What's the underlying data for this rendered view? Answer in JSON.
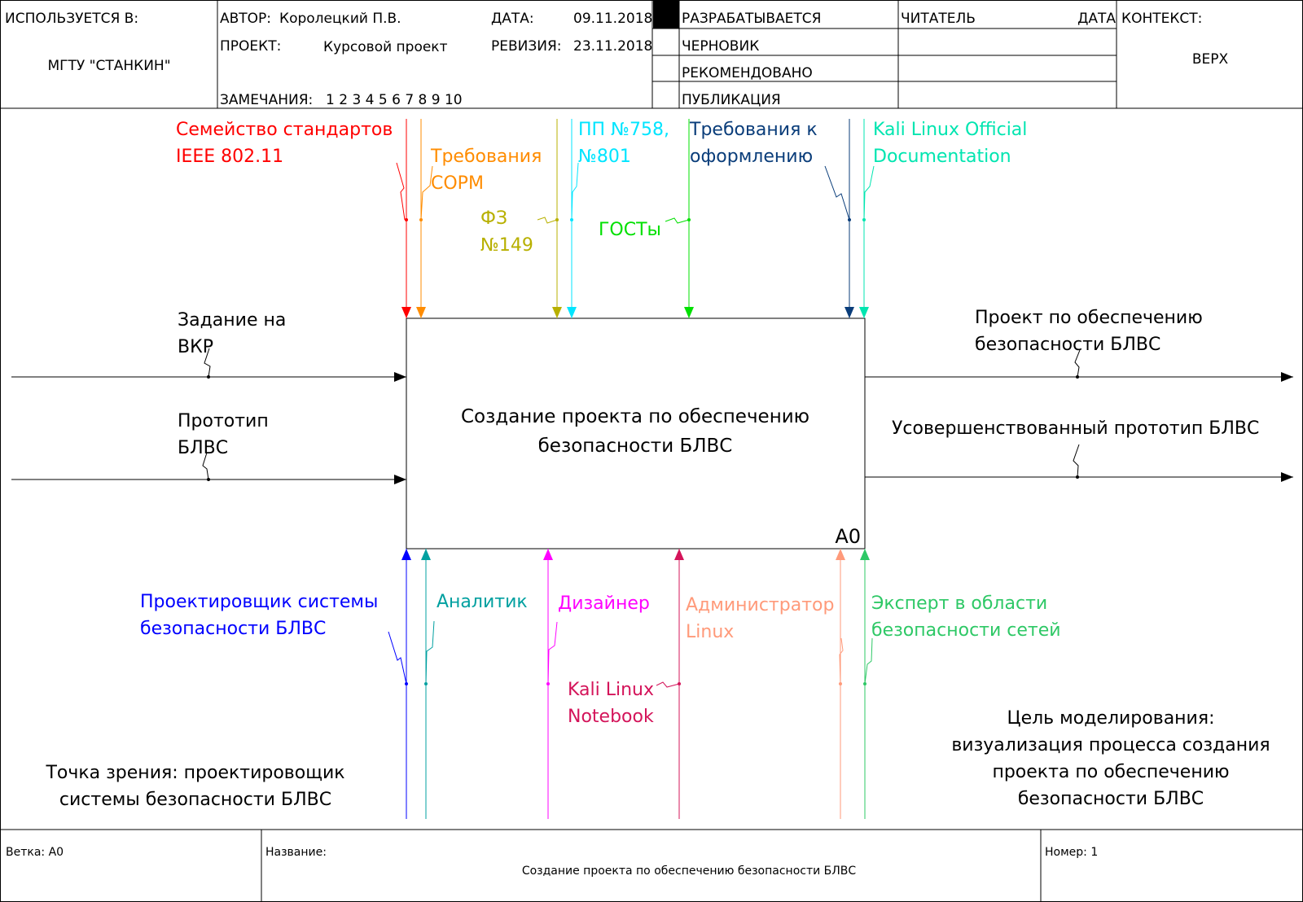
{
  "header": {
    "used_in_label": "ИСПОЛЬЗУЕТСЯ В:",
    "used_in_value": "МГТУ \"СТАНКИН\"",
    "author_label": "АВТОР:",
    "author_value": "Королецкий П.В.",
    "date_label": "ДАТА:",
    "date_value": "09.11.2018",
    "project_label": "ПРОЕКТ:",
    "project_value": "Курсовой проект",
    "revision_label": "РЕВИЗИЯ:",
    "revision_value": "23.11.2018",
    "notes_label": "ЗАМЕЧАНИЯ:",
    "notes_value": "1 2 3 4 5 6 7 8 9 10",
    "status_items": [
      "РАЗРАБАТЫВАЕТСЯ",
      "ЧЕРНОВИК",
      "РЕКОМЕНДОВАНО",
      "ПУБЛИКАЦИЯ"
    ],
    "reader_label": "ЧИТАТЕЛЬ",
    "reader_date_label": "ДАТА",
    "context_label": "КОНТЕКСТ:",
    "context_value": "ВЕРХ"
  },
  "diagram": {
    "box_lines": [
      "Создание проекта по обеспечению",
      "безопасности БЛВС"
    ],
    "box_id": "A0",
    "controls": [
      {
        "lines": [
          "Семейство стандартов",
          "IEEE 802.11"
        ],
        "color": "#ff0000"
      },
      {
        "lines": [
          "Требования",
          "СОРМ"
        ],
        "color": "#ff8c00"
      },
      {
        "lines": [
          "ФЗ",
          "№149"
        ],
        "color": "#b8b000"
      },
      {
        "lines": [
          "ПП №758,",
          "№801"
        ],
        "color": "#00e5ff"
      },
      {
        "lines": [
          "ГОСТы"
        ],
        "color": "#00e000"
      },
      {
        "lines": [
          "Требования к",
          "оформлению"
        ],
        "color": "#0a3d7a"
      },
      {
        "lines": [
          "Kali Linux Official",
          "Documentation"
        ],
        "color": "#00e5b0"
      }
    ],
    "inputs": [
      {
        "lines": [
          "Задание на",
          "ВКР"
        ]
      },
      {
        "lines": [
          "Прототип",
          "БЛВС"
        ]
      }
    ],
    "outputs": [
      {
        "lines": [
          "Проект по обеспечению",
          "безопасности БЛВС"
        ]
      },
      {
        "lines": [
          "Усовершенствованный прототип БЛВС"
        ]
      }
    ],
    "mechanisms": [
      {
        "lines": [
          "Проектировщик системы",
          "безопасности БЛВС"
        ],
        "color": "#0000ff"
      },
      {
        "lines": [
          "Аналитик"
        ],
        "color": "#00a0a0"
      },
      {
        "lines": [
          "Дизайнер"
        ],
        "color": "#ff00ff"
      },
      {
        "lines": [
          "Kali Linux",
          "Notebook"
        ],
        "color": "#d4145a"
      },
      {
        "lines": [
          "Администратор",
          "Linux"
        ],
        "color": "#ff9a7a"
      },
      {
        "lines": [
          "Эксперт в области",
          "безопасности сетей"
        ],
        "color": "#2ec866"
      }
    ],
    "viewpoint_lines": [
      "Точка зрения: проектировощик",
      "системы безопасности БЛВС"
    ],
    "purpose_lines": [
      "Цель моделирования:",
      "визуализация процесса создания",
      "проекта по обеспечению",
      "безопасности БЛВС"
    ]
  },
  "footer": {
    "node_label": "Ветка: A0",
    "title_label": "Название:",
    "title_value": "Создание проекта по обеспечению безопасности БЛВС",
    "number_label": "Номер: 1"
  }
}
